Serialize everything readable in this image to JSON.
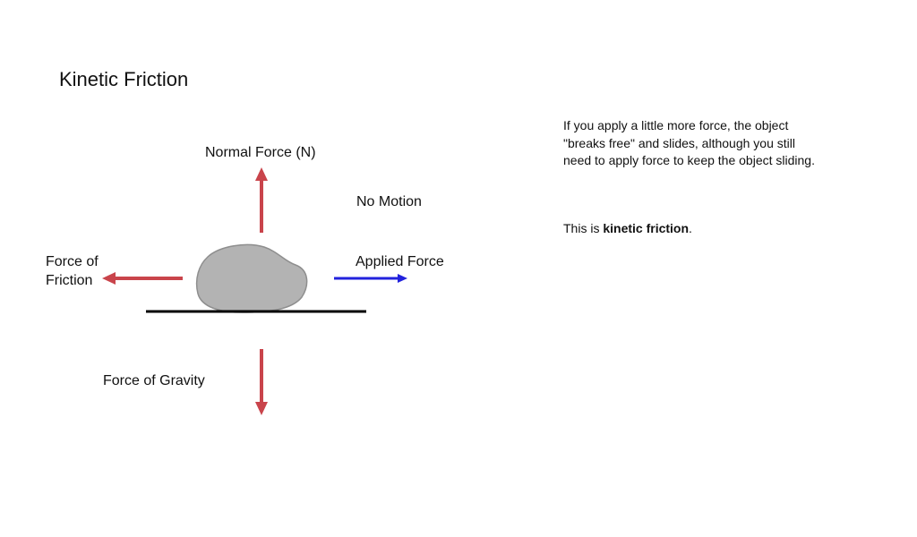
{
  "title": "Kinetic Friction",
  "diagram": {
    "labels": {
      "normal_force": "Normal Force (N)",
      "no_motion": "No Motion",
      "applied_force": "Applied Force",
      "friction_line1": "Force of",
      "friction_line2": "Friction",
      "gravity": "Force of Gravity"
    },
    "colors": {
      "red_arrow": "#c9444b",
      "blue_arrow": "#2222dd",
      "object_fill": "#b3b3b3",
      "object_stroke": "#8e8e8e",
      "ground": "#000000"
    }
  },
  "explanation": {
    "paragraph1_lines": [
      "If you apply a little more force, the object",
      "\"breaks free\" and slides, although you still",
      "need to apply force to keep the object sliding."
    ],
    "paragraph2_prefix": "This is ",
    "paragraph2_bold": "kinetic friction",
    "paragraph2_suffix": "."
  }
}
